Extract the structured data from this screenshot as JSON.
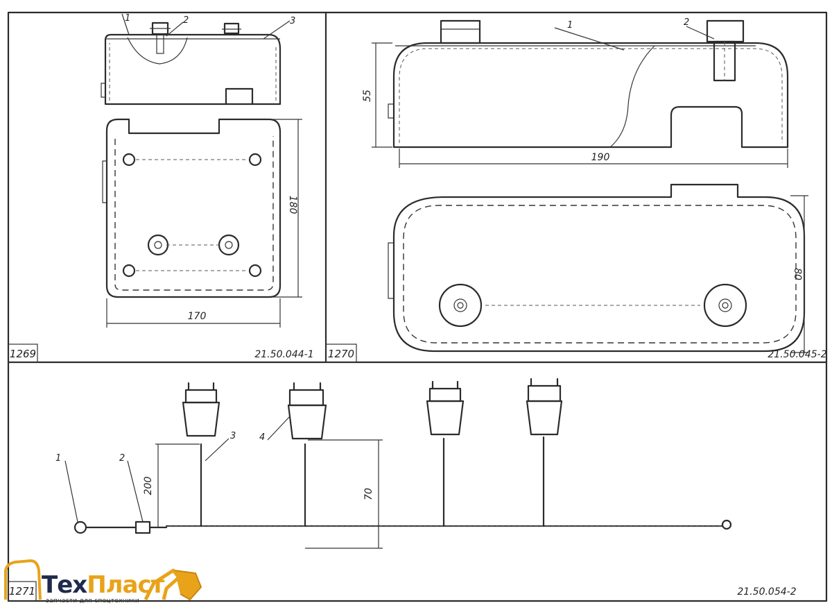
{
  "panels": {
    "p1269": {
      "number": "1269",
      "code": "21.50.044-1",
      "callouts": [
        "1",
        "2",
        "3"
      ],
      "dim_width": "170",
      "dim_height": "180"
    },
    "p1270": {
      "number": "1270",
      "code": "21.50.045-2",
      "callouts": [
        "1",
        "2"
      ],
      "dim_width": "190",
      "dim_height_top": "55",
      "dim_height_bottom": "80"
    },
    "p1271": {
      "number": "1271",
      "code": "21.50.054-2",
      "callouts": [
        "1",
        "2",
        "3",
        "4"
      ],
      "dim_branch": "200",
      "dim_length": "70"
    }
  },
  "logo": {
    "name_main": "Тех",
    "name_accent": "Пласт",
    "tagline": "запчасти для спецтехники",
    "colors": {
      "main": "#1f2a4d",
      "accent": "#e8a31a"
    }
  }
}
